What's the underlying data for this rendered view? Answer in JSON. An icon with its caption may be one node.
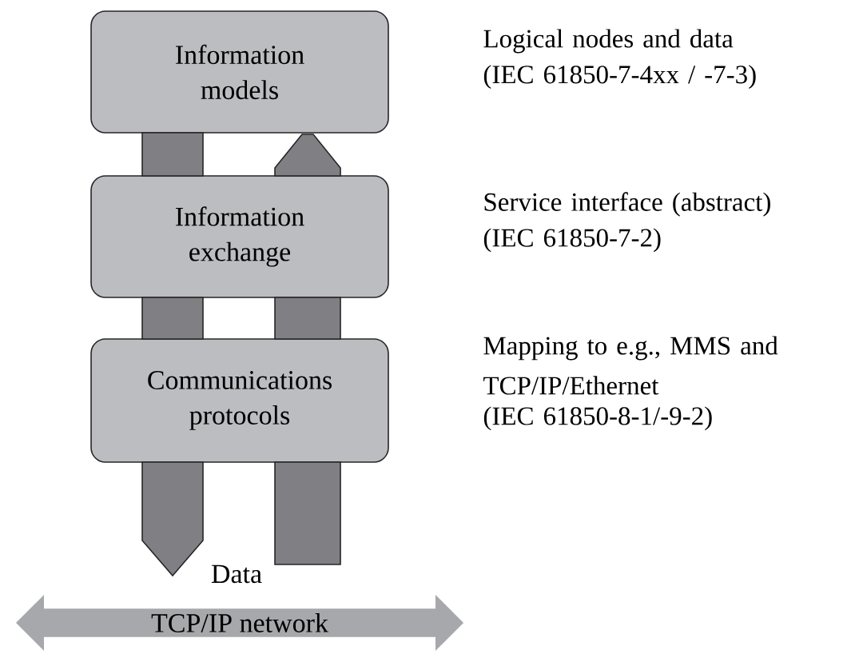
{
  "diagram": {
    "nodes": [
      {
        "text": [
          "Information models"
        ],
        "beside": [
          "Logical nodes and data",
          "(IEC 61850-7-4xx / -7-3)"
        ]
      },
      {
        "text": [
          "Information exchange"
        ],
        "beside": [
          "Service interface (abstract)",
          "(IEC 61850-7-2)"
        ]
      },
      {
        "text": [
          "Communications protocols"
        ],
        "beside": [
          "Mapping to e.g., MMS and TCP/IP/Ethernet",
          "(IEC 61850-8-1/-9-2)"
        ]
      },
      {
        "text": [
          "TCP/IP network"
        ]
      }
    ],
    "edges": [
      {
        "from": 0,
        "to": 1,
        "arrow": "none"
      },
      {
        "from": 1,
        "to": 2,
        "arrow": "none"
      },
      {
        "from": 2,
        "to": 3,
        "arrow": "to"
      },
      {
        "from": 3,
        "to": 2,
        "arrow": "none"
      },
      {
        "from": 2,
        "to": 1,
        "arrow": "none"
      },
      {
        "from": 1,
        "to": 0,
        "arrow": "to"
      }
    ],
    "labels": [
      "Data"
    ]
  }
}
